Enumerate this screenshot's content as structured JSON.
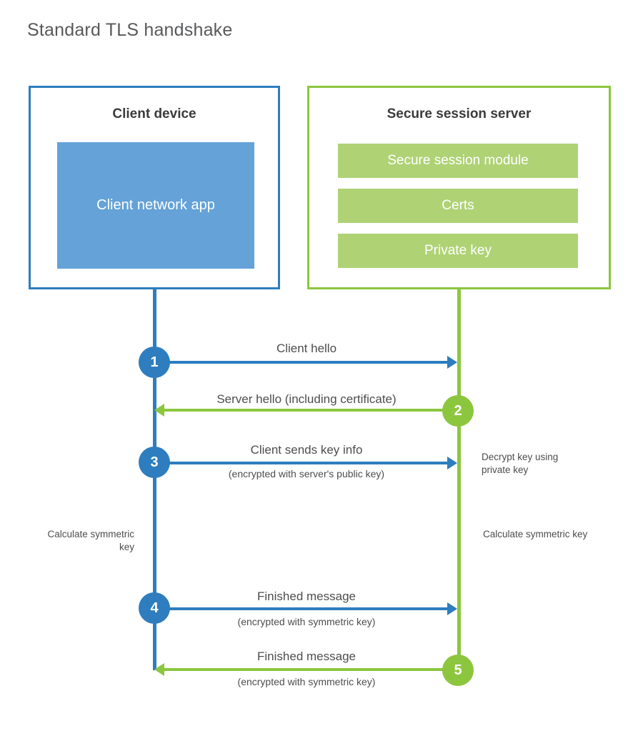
{
  "title": "Standard TLS handshake",
  "colors": {
    "client_accent": "#2E7DBE",
    "server_accent": "#8CC63E",
    "client_app_fill": "#64A2D8",
    "server_module_fill": "#AFD275",
    "title_text": "#58595b",
    "body_text": "#4d4d4d",
    "heading_text": "#3b3b3b"
  },
  "actors": {
    "client": {
      "title": "Client device",
      "app_label": "Client network app"
    },
    "server": {
      "title": "Secure session server",
      "modules": [
        {
          "label": "Secure session module"
        },
        {
          "label": "Certs"
        },
        {
          "label": "Private key"
        }
      ]
    }
  },
  "steps": [
    {
      "number": "1",
      "label": "Client hello",
      "sublabel": "",
      "direction": "client-to-server",
      "color": "#2E7DBE"
    },
    {
      "number": "2",
      "label": "Server hello (including certificate)",
      "sublabel": "",
      "direction": "server-to-client",
      "color": "#8CC63E"
    },
    {
      "number": "3",
      "label": "Client sends key info",
      "sublabel": "(encrypted with server's public key)",
      "direction": "client-to-server",
      "color": "#2E7DBE"
    },
    {
      "number": "4",
      "label": "Finished message",
      "sublabel": "(encrypted with symmetric key)",
      "direction": "client-to-server",
      "color": "#2E7DBE"
    },
    {
      "number": "5",
      "label": "Finished message",
      "sublabel": "(encrypted with symmetric key)",
      "direction": "server-to-client",
      "color": "#8CC63E"
    }
  ],
  "annotations": {
    "decrypt_key": "Decrypt key using private key",
    "client_calculate": "Calculate symmetric key",
    "server_calculate": "Calculate symmetric key"
  }
}
